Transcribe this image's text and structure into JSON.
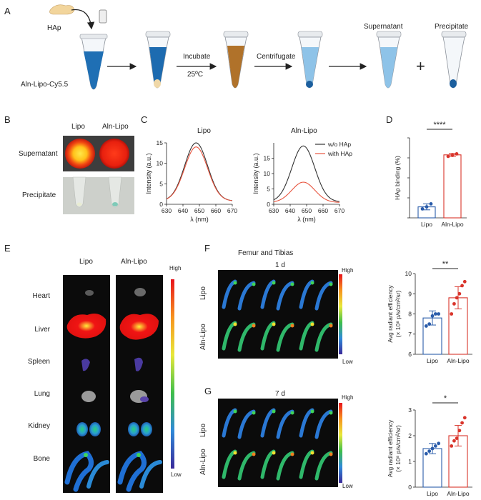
{
  "panels": {
    "A": "A",
    "B": "B",
    "C": "C",
    "D": "D",
    "E": "E",
    "F": "F",
    "G": "G"
  },
  "panelA": {
    "hap": "HAp",
    "sample": "Aln-Lipo-Cy5.5",
    "incubate": "Incubate",
    "temp": "25ºC",
    "centrifugate": "Centrifugate",
    "supernatant": "Supernatant",
    "precipitate": "Precipitate",
    "plus": "+"
  },
  "panelB": {
    "col1": "Lipo",
    "col2": "Aln-Lipo",
    "row1": "Supernatant",
    "row2": "Precipitate"
  },
  "panelC": {
    "left_title": "Lipo",
    "right_title": "Aln-Lipo",
    "ylabel": "Intensity (a.u.)",
    "xlabel": "λ (nm)",
    "legend_a": "w/o HAp",
    "legend_b": "with HAp",
    "colors": {
      "without": "#333333",
      "with": "#e8553f"
    }
  },
  "panelE": {
    "col1": "Lipo",
    "col2": "Aln-Lipo",
    "organs": [
      "Heart",
      "Liver",
      "Spleen",
      "Lung",
      "Kidney",
      "Bone"
    ],
    "high": "High",
    "low": "Low"
  },
  "panelF": {
    "title": "Femur and Tibias",
    "day": "1 d",
    "row1": "Lipo",
    "row2": "Aln-Lipo",
    "high": "High",
    "low": "Low",
    "sig": "**"
  },
  "panelG": {
    "day": "7 d",
    "row1": "Lipo",
    "row2": "Aln-Lipo",
    "high": "High",
    "low": "Low",
    "sig": "*"
  },
  "chart_data": [
    {
      "type": "line",
      "title": "Lipo",
      "xlabel": "λ (nm)",
      "ylabel": "Intensity (a.u.)",
      "xlim": [
        630,
        670
      ],
      "ylim": [
        0,
        15
      ],
      "xticks": [
        "630",
        "640",
        "650",
        "660",
        "670"
      ],
      "yticks": [
        "0",
        "5",
        "10",
        "15"
      ],
      "series": [
        {
          "name": "w/o HAp",
          "peak_x": 648,
          "peak_y": 15,
          "width": 7,
          "base": 0.8
        },
        {
          "name": "with HAp",
          "peak_x": 648,
          "peak_y": 14,
          "width": 7,
          "base": 0.8
        }
      ]
    },
    {
      "type": "line",
      "title": "Aln-Lipo",
      "xlabel": "λ (nm)",
      "ylabel": "Intensity (a.u.)",
      "xlim": [
        630,
        670
      ],
      "ylim": [
        0,
        20
      ],
      "xticks": [
        "630",
        "640",
        "650",
        "660",
        "670"
      ],
      "yticks": [
        "0",
        "5",
        "10",
        "15"
      ],
      "series": [
        {
          "name": "w/o HAp",
          "peak_x": 648,
          "peak_y": 19,
          "width": 7,
          "base": 0.8
        },
        {
          "name": "with HAp",
          "peak_x": 648,
          "peak_y": 7.2,
          "width": 7,
          "base": 0.6
        }
      ]
    },
    {
      "type": "bar",
      "categories": [
        "Lipo",
        "Aln-Lipo"
      ],
      "values": [
        11,
        63
      ],
      "errors": [
        3,
        1.5
      ],
      "points": [
        [
          9,
          11,
          14
        ],
        [
          61.5,
          62.5,
          64
        ]
      ],
      "ylabel": "HAp binding (%)",
      "ylim": [
        0,
        80
      ],
      "significance": "****"
    },
    {
      "type": "bar",
      "categories": [
        "Lipo",
        "Aln-Lipo"
      ],
      "values": [
        7.8,
        8.8
      ],
      "errors": [
        0.35,
        0.55
      ],
      "points": [
        [
          7.4,
          7.5,
          7.9,
          8.0,
          8.0
        ],
        [
          8.0,
          8.5,
          8.8,
          9.0,
          9.4,
          9.6
        ]
      ],
      "ylabel": "Avg radiant efficiency (× 10^8 p/s/cm²/sr)",
      "ylabel_line1": "Avg radiant efficiency",
      "ylabel_line2": "(× 10⁸ p/s/cm²/sr)",
      "ylim": [
        6,
        10
      ],
      "yticks": [
        "6",
        "7",
        "8",
        "9",
        "10"
      ],
      "significance": "**"
    },
    {
      "type": "bar",
      "categories": [
        "Lipo",
        "Aln-Lipo"
      ],
      "values": [
        1.5,
        2.0
      ],
      "errors": [
        0.2,
        0.4
      ],
      "points": [
        [
          1.3,
          1.4,
          1.5,
          1.6,
          1.7
        ],
        [
          1.6,
          1.8,
          1.9,
          2.2,
          2.5,
          2.7
        ]
      ],
      "ylabel": "Avg radiant efficiency (× 10^8 p/s/cm²/sr)",
      "ylabel_line1": "Avg radiant efficiency",
      "ylabel_line2": "(× 10⁸ p/s/cm²/sr)",
      "ylim": [
        0,
        3
      ],
      "yticks": [
        "0",
        "1",
        "2",
        "3"
      ],
      "significance": "*"
    }
  ]
}
